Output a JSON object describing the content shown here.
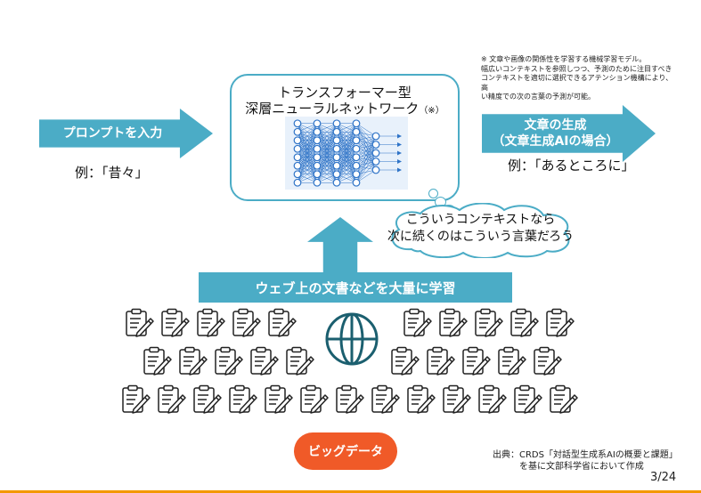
{
  "left_arrow": {
    "label": "プロンプトを入力"
  },
  "left_example": "例：「昔々」",
  "nn_box": {
    "title_line1": "トランスフォーマー型",
    "title_line2": "深層ニューラルネットワーク",
    "note_mark": "（※）"
  },
  "footnote": {
    "lines": [
      "※ 文章や画像の関係性を学習する機械学習モデル。",
      "幅広いコンテキストを参照しつつ、予測のために注目すべき",
      "コンテキストを適切に選択できるアテンション機構により、高",
      "い精度での次の言葉の予測が可能。"
    ]
  },
  "right_arrow": {
    "label_line1": "文章の生成",
    "label_line2": "（文章生成AIの場合）"
  },
  "right_example": "例：「あるところに」",
  "thought_bubble": {
    "line1": "こういうコンテキストなら",
    "line2": "次に続くのはこういう言葉だろう"
  },
  "web_bar": {
    "label": "ウェブ上の文書などを大量に学習"
  },
  "big_data": {
    "label": "ビッグデータ"
  },
  "source": {
    "line1": "出典：CRDS「対話型生成系AIの概要と課題」",
    "line2": "を基に文部科学省において作成"
  },
  "page_number": "3/24",
  "colors": {
    "accent": "#4bacc6",
    "orange": "#f05a28",
    "dark_teal": "#1b5f6f"
  },
  "icons": {
    "document": "clipboard-pencil-icon",
    "web": "globe-icon"
  }
}
